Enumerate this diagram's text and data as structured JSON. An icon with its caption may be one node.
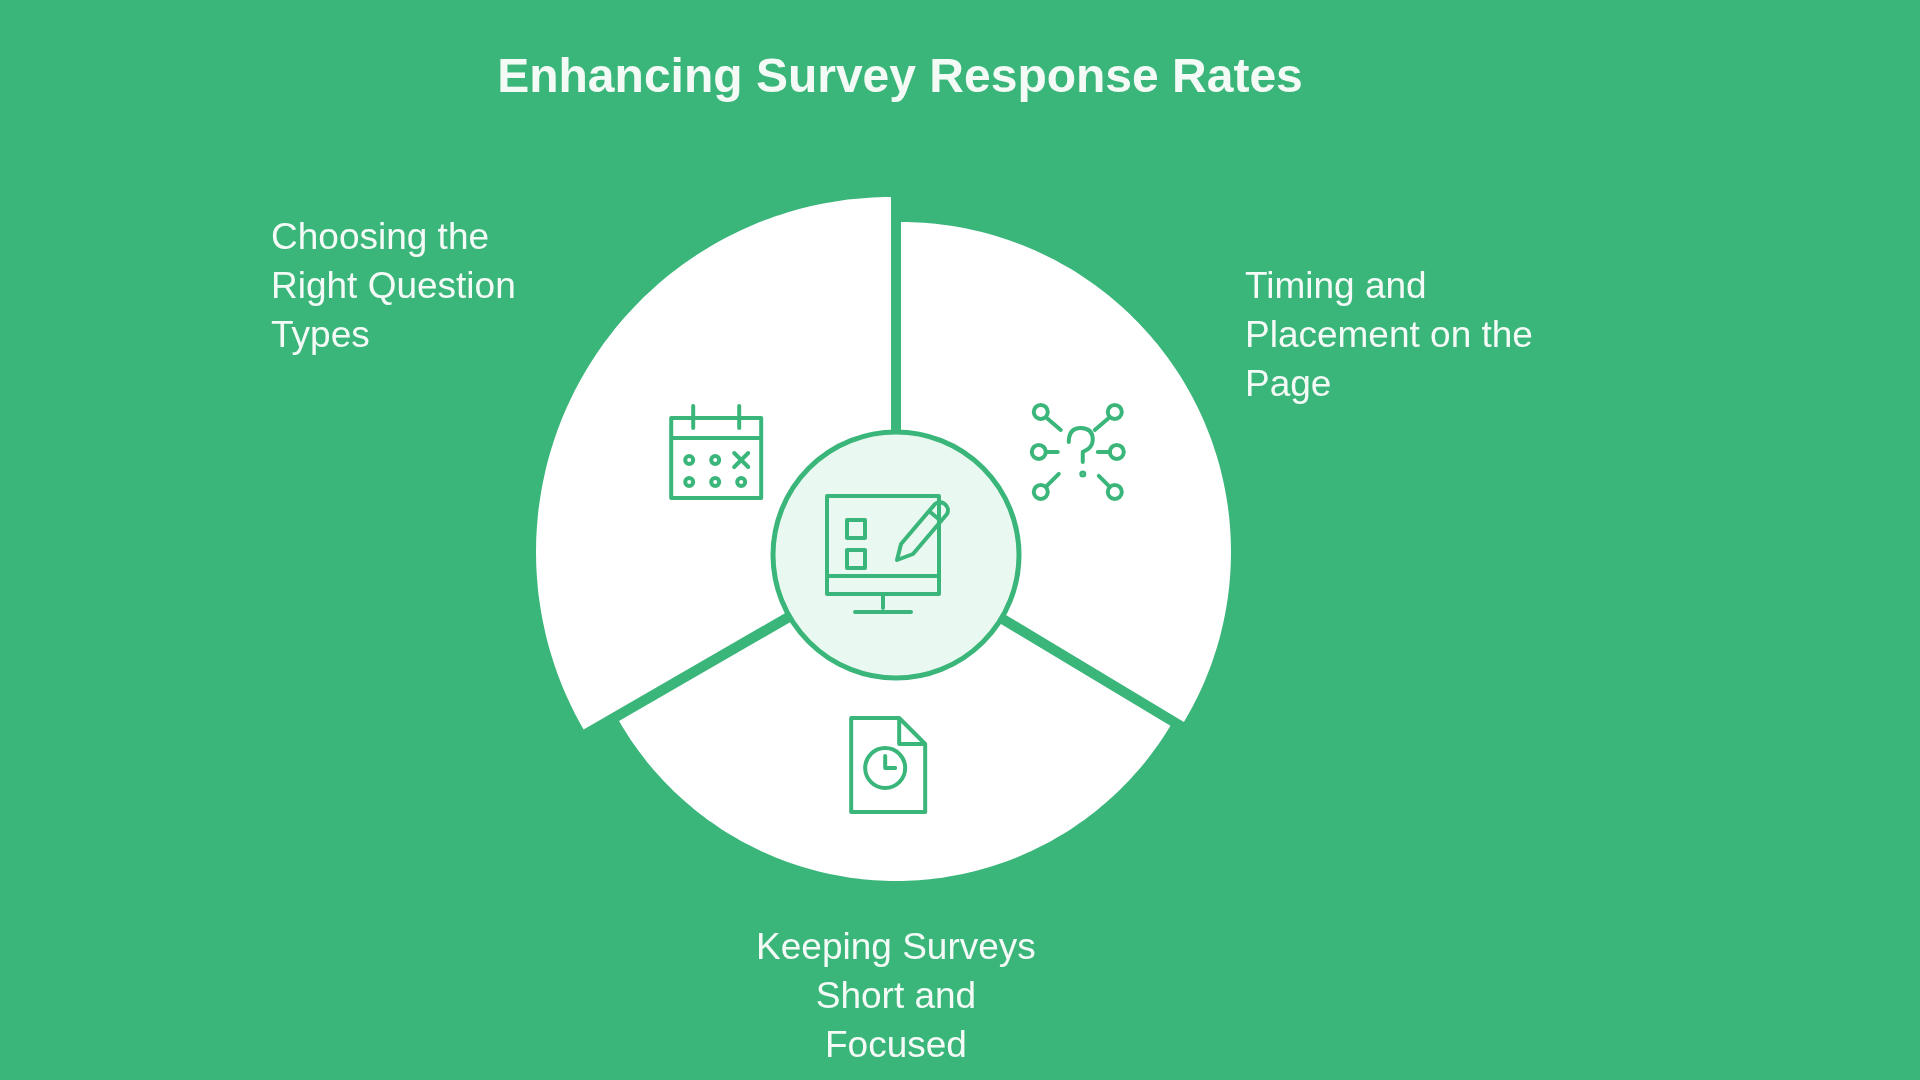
{
  "diagram": {
    "title": "Enhancing Survey Response Rates",
    "nodes": [
      {
        "text": [
          "Choosing the Right Question Types"
        ]
      },
      {
        "text": [
          "Timing and Placement on the Page"
        ]
      },
      {
        "text": [
          "Keeping Surveys Short and Focused"
        ]
      },
      {
        "text": [],
        "shape": "circle"
      }
    ]
  }
}
